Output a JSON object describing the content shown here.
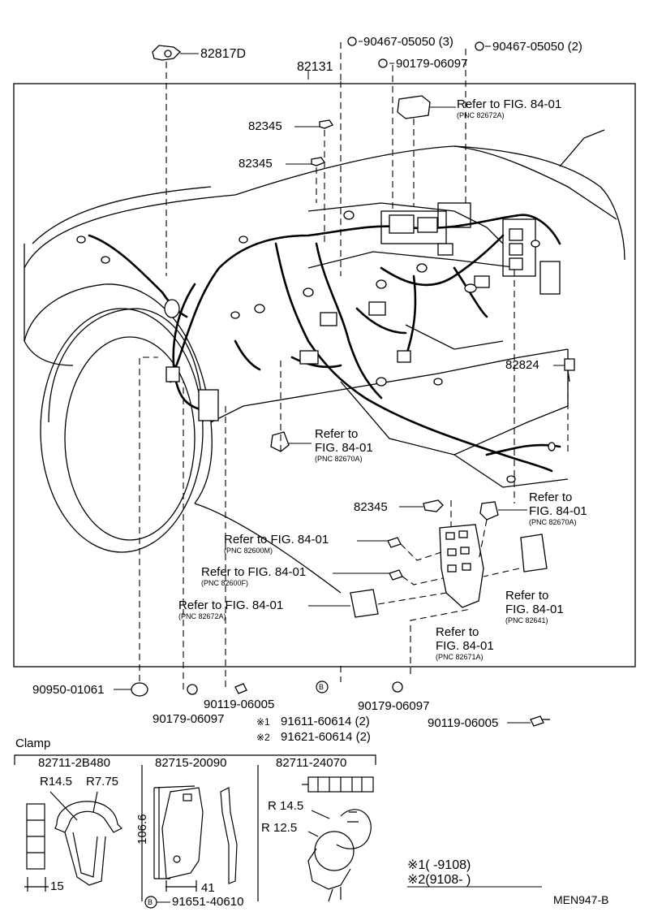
{
  "parts": {
    "p82817d": "82817D",
    "p82131": "82131",
    "p90467a": "90467-05050 (3)",
    "p90467b": "90467-05050 (2)",
    "p90179_top": "90179-06097",
    "p82345_a": "82345",
    "p82345_b": "82345",
    "p82345_c": "82345",
    "p82824": "82824",
    "p90950": "90950-01061",
    "p90179_bl": "90179-06097",
    "p90119_a": "90119-06005",
    "p90179_br": "90179-06097",
    "p90119_b": "90119-06005",
    "b_symbol": "B",
    "s1": "※1",
    "s1_part": "91611-60614 (2)",
    "s2": "※2",
    "s2_part": "91621-60614 (2)"
  },
  "refs": {
    "r1": {
      "l1": "Refer to FIG. 84-01",
      "pnc": "(PNC 82672A)"
    },
    "r2": {
      "l1": "Refer to",
      "l2": "FIG. 84-01",
      "pnc": "(PNC 82670A)"
    },
    "r3": {
      "l1": "Refer to",
      "l2": "FIG. 84-01",
      "pnc": "(PNC 82670A)"
    },
    "r4": {
      "l1": "Refer to FIG. 84-01",
      "pnc": "(PNC 82600M)"
    },
    "r5": {
      "l1": "Refer to FIG. 84-01",
      "pnc": "(PNC 82600F)"
    },
    "r6": {
      "l1": "Refer to FIG. 84-01",
      "pnc": "(PNC 82672A)"
    },
    "r7": {
      "l1": "Refer to",
      "l2": "FIG. 84-01",
      "pnc": "(PNC 82641)"
    },
    "r8": {
      "l1": "Refer to",
      "l2": "FIG. 84-01",
      "pnc": "(PNC 82671A)"
    }
  },
  "clamp": {
    "title": "Clamp",
    "c1": "82711-2B480",
    "c2": "82715-20090",
    "c3": "82711-24070",
    "r145": "R14.5",
    "r775": "R7.75",
    "dim15": "15",
    "dim1066": "106.6",
    "dim41": "41",
    "r145b": "R 14.5",
    "r125": "R 12.5",
    "b_part": "91651-40610",
    "b_symbol": "B"
  },
  "notes": {
    "n1": "※1(      -9108)",
    "n2": "※2(9108-      )",
    "code": "MEN947-B"
  }
}
